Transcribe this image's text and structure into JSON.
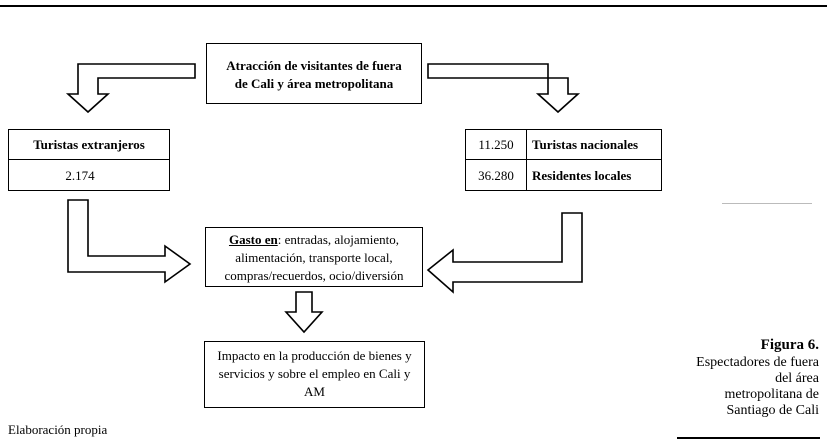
{
  "top_box": {
    "line1": "Atracción de visitantes de fuera",
    "line2": "de Cali y área metropolitana"
  },
  "left_box": {
    "header": "Turistas extranjeros",
    "value": "2.174"
  },
  "right_box": {
    "rows": [
      {
        "value": "11.250",
        "label": "Turistas nacionales"
      },
      {
        "value": "36.280",
        "label": "Residentes locales"
      }
    ]
  },
  "middle_box": {
    "keyword": "Gasto en",
    "line1_rest": ": entradas, alojamiento,",
    "line2": "alimentación, transporte local,",
    "line3": "compras/recuerdos, ocio/diversión"
  },
  "bottom_box": {
    "line1": "Impacto en la producción de bienes y",
    "line2": "servicios y sobre el empleo en Cali y",
    "line3": "AM"
  },
  "source_note": "Elaboración propia",
  "figure_caption": {
    "label": "Figura 6.",
    "line1": "Espectadores de fuera",
    "line2": "del área",
    "line3": "metropolitana de",
    "line4": "Santiago de Cali"
  }
}
